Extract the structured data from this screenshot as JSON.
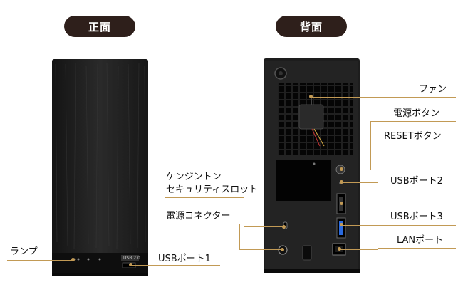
{
  "headers": {
    "front": "正面",
    "back": "背面"
  },
  "front_labels": {
    "lamp": "ランプ",
    "usb1": "USBポート1",
    "kensington_line1": "ケンジントン",
    "kensington_line2": "セキュリティスロット",
    "power_connector": "電源コネクター"
  },
  "back_labels": {
    "fan": "ファン",
    "power_button": "電源ボタン",
    "reset_button": "RESETボタン",
    "usb2": "USBポート2",
    "usb3": "USBポート3",
    "lan": "LANポート"
  },
  "device_text": {
    "usb_badge": "USB 2.0"
  },
  "colors": {
    "pill": "#2e1f1b",
    "leader": "#c29a55",
    "case": "#1d1d1d"
  }
}
